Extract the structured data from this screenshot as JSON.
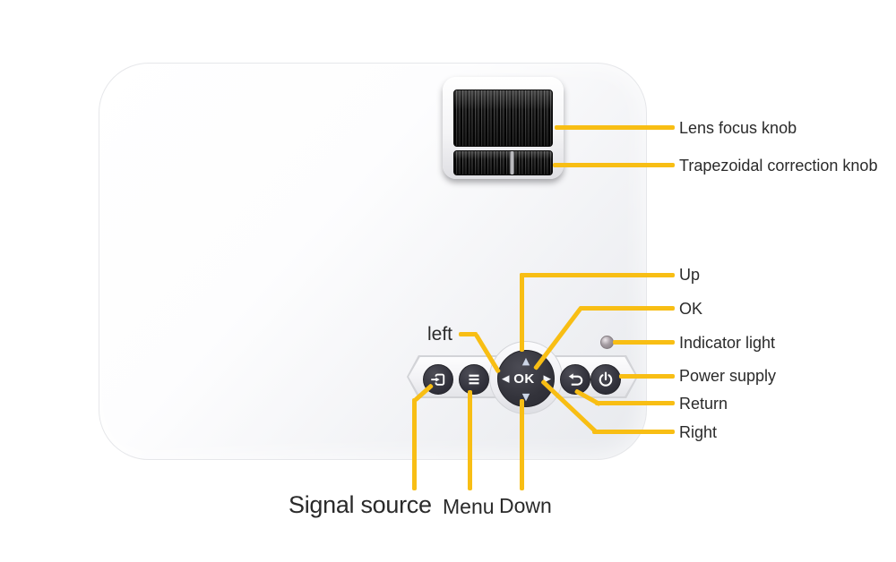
{
  "figure": {
    "type": "projector-top-view-annotated-diagram",
    "background": "#ffffff"
  },
  "labels": {
    "lens_focus": "Lens focus knob",
    "trapezoidal": "Trapezoidal correction knob",
    "up": "Up",
    "ok": "OK",
    "indicator": "Indicator light",
    "power": "Power supply",
    "return": "Return",
    "right": "Right",
    "left": "left",
    "signal_source": "Signal source",
    "menu": "Menu",
    "down": "Down"
  },
  "dpad": {
    "ok_label": "OK",
    "arrows": {
      "up": "▲",
      "down": "▼",
      "left": "◀",
      "right": "▶"
    }
  },
  "icons": {
    "signal_source": "source-input-icon",
    "menu": "hamburger-menu-icon",
    "return": "return-arrow-icon",
    "power": "power-icon",
    "indicator": "indicator-led"
  },
  "colors": {
    "leader_line": "#F8BE14",
    "label_text": "#2a2a2a",
    "button_dark": "#33333b",
    "body_highlight": "#ffffff",
    "body_shade": "#e7e9ed"
  }
}
